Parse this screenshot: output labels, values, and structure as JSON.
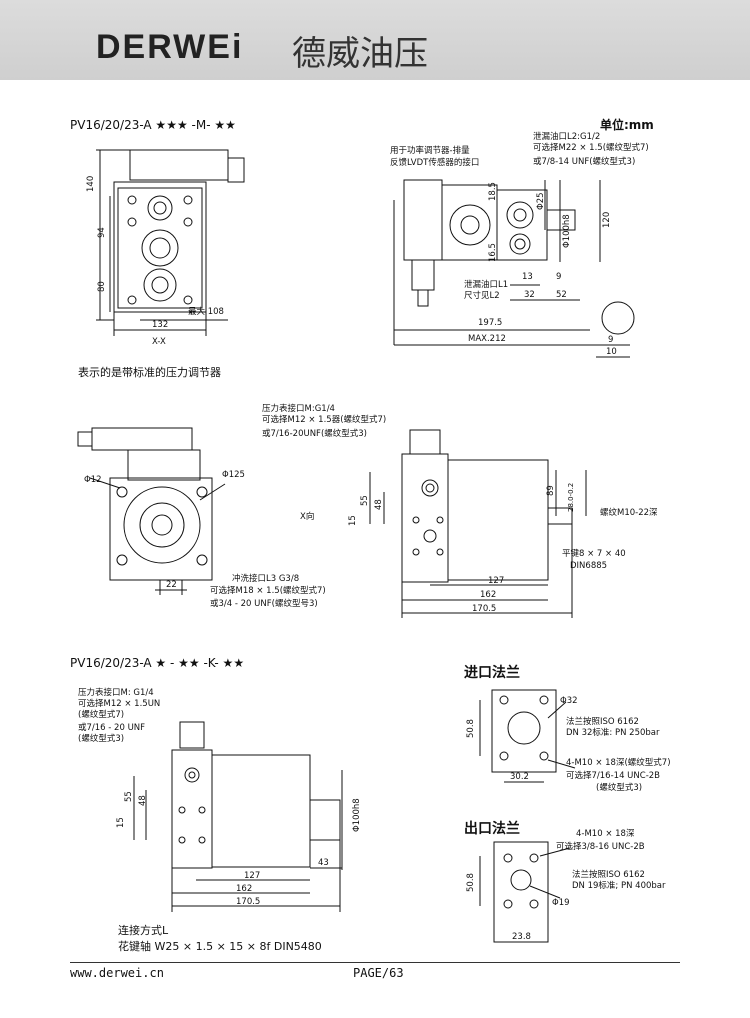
{
  "header": {
    "brand": "DERWEi",
    "brand_cn": "德威油压"
  },
  "section1": {
    "model": "PV16/20/23-A ★★★ -M- ★★",
    "unit": "单位:mm",
    "front": {
      "dims": {
        "h140": "140",
        "h94": "94",
        "h80": "80",
        "w132": "132",
        "max108": "最大 108"
      },
      "view_label": "X-X"
    },
    "side": {
      "note_port1": "用于功率调节器-排量",
      "note_port2": "反馈LVDT传感器的接口",
      "note_l2_1": "泄漏油口L2:G1/2",
      "note_l2_2": "可选择M22 × 1.5(螺纹型式7)",
      "note_l2_3": "或7/8-14 UNF(螺纹型式3)",
      "note_l1_1": "泄漏油口L1",
      "note_l1_2": "尺寸见L2",
      "dims": {
        "d185": "18.5",
        "d165": "16.5",
        "phi25": "Φ25",
        "phi100": "Φ100h8",
        "d120": "120",
        "d13": "13",
        "d9": "9",
        "d32": "32",
        "d52": "52",
        "d1975": "197.5",
        "max212": "MAX.212",
        "d9b": "9",
        "d10": "10"
      }
    },
    "caption": "表示的是带标准的压力调节器"
  },
  "section2": {
    "note_m1": "压力表接口M:G1/4",
    "note_m2": "可选择M12 × 1.5器(螺纹型式7)",
    "note_m3": "或7/16-20UNF(螺纹型式3)",
    "note_flush1": "冲洗接口L3 G3/8",
    "note_flush2": "可选择M18 × 1.5(螺纹型式7)",
    "note_flush3": "或3/4 - 20 UNF(螺纹型号3)",
    "x_dir": "X向",
    "thread": "螺纹M10-22深",
    "key1": "平键8 × 7 × 40",
    "key2": "DIN6885",
    "dims": {
      "phi12": "Φ12",
      "phi125": "Φ125",
      "d22": "22",
      "d15": "15",
      "d55": "55",
      "d48": "48",
      "d89": "89",
      "d28": "28.0-0.2",
      "d127": "127",
      "d162": "162",
      "d1705": "170.5"
    }
  },
  "section3": {
    "model": "PV16/20/23-A ★ - ★★ -K- ★★",
    "note_m1": "压力表接口M: G1/4",
    "note_m2": "可选择M12 × 1.5UN",
    "note_m3": "(螺纹型式7)",
    "note_m4": "或7/16 - 20 UNF",
    "note_m5": "(螺纹型式3)",
    "caption1": "连接方式L",
    "caption2": "花键轴 W25 × 1.5 × 15 × 8f DIN5480",
    "dims": {
      "d15": "15",
      "d55": "55",
      "d48": "48",
      "phi100": "Φ100h8",
      "d43": "43",
      "d127": "127",
      "d162": "162",
      "d1705": "170.5"
    }
  },
  "inlet": {
    "title": "进口法兰",
    "phi32": "Φ32",
    "d508": "50.8",
    "d302": "30.2",
    "note1": "法兰按照ISO 6162",
    "note2": "DN 32标准: PN 250bar",
    "note3": "4-M10 × 18深(螺纹型式7)",
    "note4": "可选择7/16-14 UNC-2B",
    "note5": "(螺纹型式3)"
  },
  "outlet": {
    "title": "出口法兰",
    "note1": "4-M10 × 18深",
    "note2": "可选择3/8-16 UNC-2B",
    "note3": "法兰按照ISO 6162",
    "note4": "DN 19标准; PN 400bar",
    "phi19": "Φ19",
    "d508": "50.8",
    "d238": "23.8"
  },
  "footer": {
    "website": "www.derwei.cn",
    "page": "PAGE/63"
  }
}
